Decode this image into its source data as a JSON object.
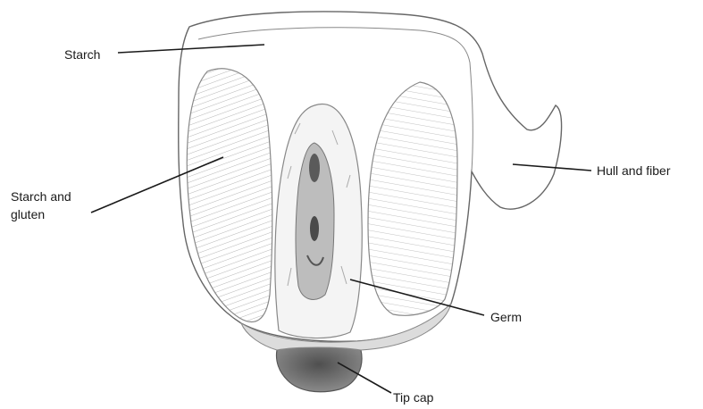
{
  "labels": {
    "starch": "Starch",
    "starch_and_gluten_line1": "Starch and",
    "starch_and_gluten_line2": "gluten",
    "hull_and_fiber": "Hull and fiber",
    "germ": "Germ",
    "tip_cap": "Tip cap"
  },
  "colors": {
    "background": "#ffffff",
    "pencil": "#555555",
    "leader_line": "#1a1a1a",
    "tip_cap_shade": "#6a6a6a"
  }
}
